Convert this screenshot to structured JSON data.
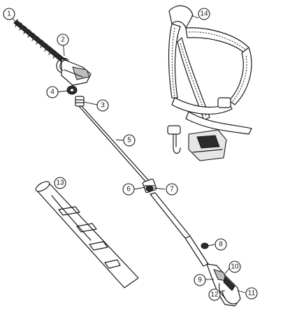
{
  "callouts": {
    "c1": "1",
    "c2": "2",
    "c3": "3",
    "c4": "4",
    "c5": "5",
    "c6": "6",
    "c7": "7",
    "c8": "8",
    "c9": "9",
    "c10": "10",
    "c11": "11",
    "c12": "12",
    "c13": "13",
    "c14": "14"
  },
  "colors": {
    "line": "#1a1a1a",
    "dark_part": "#2b2b2b",
    "grey_part": "#bdbdbd"
  }
}
